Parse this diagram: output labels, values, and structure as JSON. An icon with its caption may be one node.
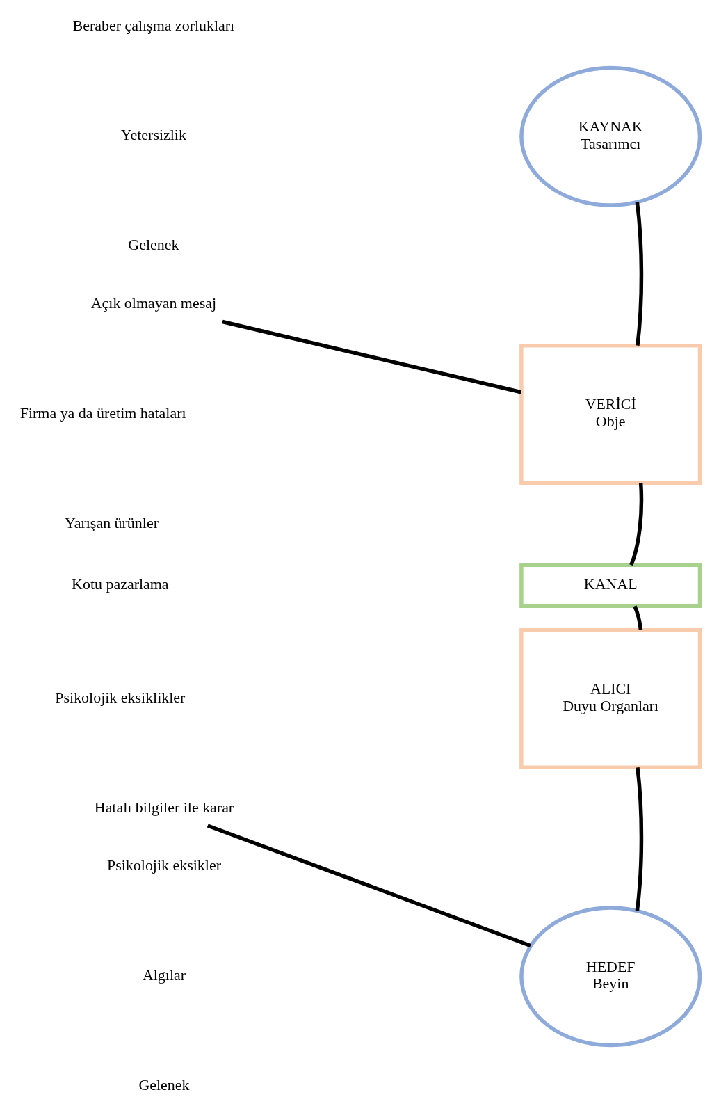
{
  "diagram": {
    "nodes": [
      {
        "text": [
          "KAYNAK",
          "Tasarımcı"
        ]
      },
      {
        "text": [
          "Açık olmayan mesaj"
        ]
      },
      {
        "text": [
          "VERİCİ",
          "Obje"
        ]
      },
      {
        "text": [
          "KANAL"
        ]
      },
      {
        "text": [
          "ALICI",
          "Duyu Organları"
        ]
      },
      {
        "text": [
          "Hatalı bilgiler ile karar"
        ]
      },
      {
        "text": [
          "HEDEF",
          "Beyin"
        ]
      }
    ],
    "edges": [
      {
        "from": 0,
        "to": 2,
        "arrow": "none"
      },
      {
        "from": 1,
        "to": 2,
        "arrow": "none"
      },
      {
        "from": 2,
        "to": 3,
        "arrow": "none"
      },
      {
        "from": 3,
        "to": 4,
        "arrow": "none"
      },
      {
        "from": 4,
        "to": 6,
        "arrow": "none"
      },
      {
        "from": 5,
        "to": 6,
        "arrow": "none"
      }
    ],
    "labels": [
      "Beraber çalışma zorlukları",
      "Yetersizlik",
      "Gelenek",
      "Firma ya da üretim hataları",
      "Yarışan ürünler",
      "Kotu pazarlama",
      "Psikolojik eksiklikler",
      "Psikolojik eksikler",
      "Algılar",
      "Gelenek"
    ]
  }
}
